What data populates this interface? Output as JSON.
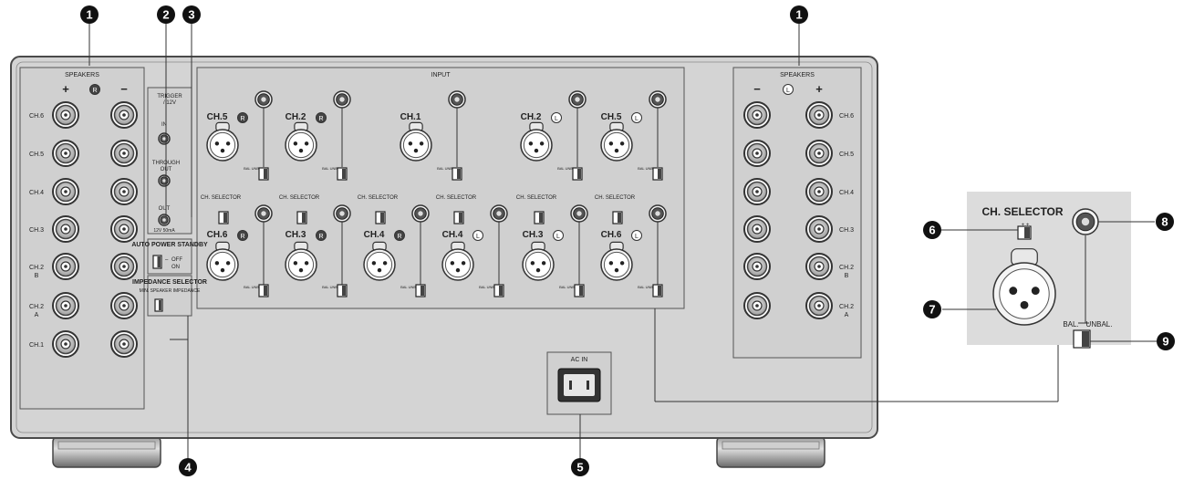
{
  "panel": {
    "speakers_left_label": "SPEAKERS",
    "speakers_right_label": "SPEAKERS",
    "input_label": "INPUT",
    "ac_in_label": "AC IN",
    "plus": "+",
    "minus": "−",
    "left_side_mark": "R",
    "right_side_mark": "L"
  },
  "speaker_channels": [
    "CH.6",
    "CH.5",
    "CH.4",
    "CH.3",
    "CH.2",
    "CH.2",
    "CH.1"
  ],
  "speaker_channel_subs": [
    "",
    "",
    "",
    "",
    "B",
    "A",
    ""
  ],
  "trigger": {
    "title": "TRIGGER / 12V",
    "in_label": "IN",
    "through_label": "THROUGH OUT",
    "out_label": "OUT",
    "out_sub": "12V 50mA"
  },
  "auto_power": {
    "title": "AUTO POWER STANDBY",
    "off_label": "OFF",
    "on_label": "ON"
  },
  "impedance": {
    "title": "IMPEDANCE SELECTOR",
    "sub": "MIN. SPEAKER IMPEDANCE"
  },
  "input_top": [
    {
      "label": "CH.5",
      "side": "R"
    },
    {
      "label": "CH.2",
      "side": "R"
    },
    {
      "label": "CH.1",
      "side": ""
    },
    {
      "label": "CH.2",
      "side": "L"
    },
    {
      "label": "CH.5",
      "side": "L"
    }
  ],
  "input_bottom": [
    {
      "label": "CH.6",
      "side": "R"
    },
    {
      "label": "CH.3",
      "side": "R"
    },
    {
      "label": "CH.4",
      "side": "R"
    },
    {
      "label": "CH.4",
      "side": "L"
    },
    {
      "label": "CH.3",
      "side": "L"
    },
    {
      "label": "CH.6",
      "side": "L"
    }
  ],
  "ch_selector_small": "CH. SELECTOR",
  "bal_unbal_small": "BAL UNBAL",
  "detail": {
    "title": "CH. SELECTOR",
    "bal": "BAL.",
    "unbal": "UNBAL."
  },
  "callouts": [
    "1",
    "2",
    "3",
    "4",
    "5",
    "6",
    "7",
    "8",
    "9"
  ],
  "colors": {
    "panel": "#d4d4d4",
    "panel_border": "#4a4a4a",
    "callout": "#111111",
    "detail_bg": "#dcdcdc"
  }
}
